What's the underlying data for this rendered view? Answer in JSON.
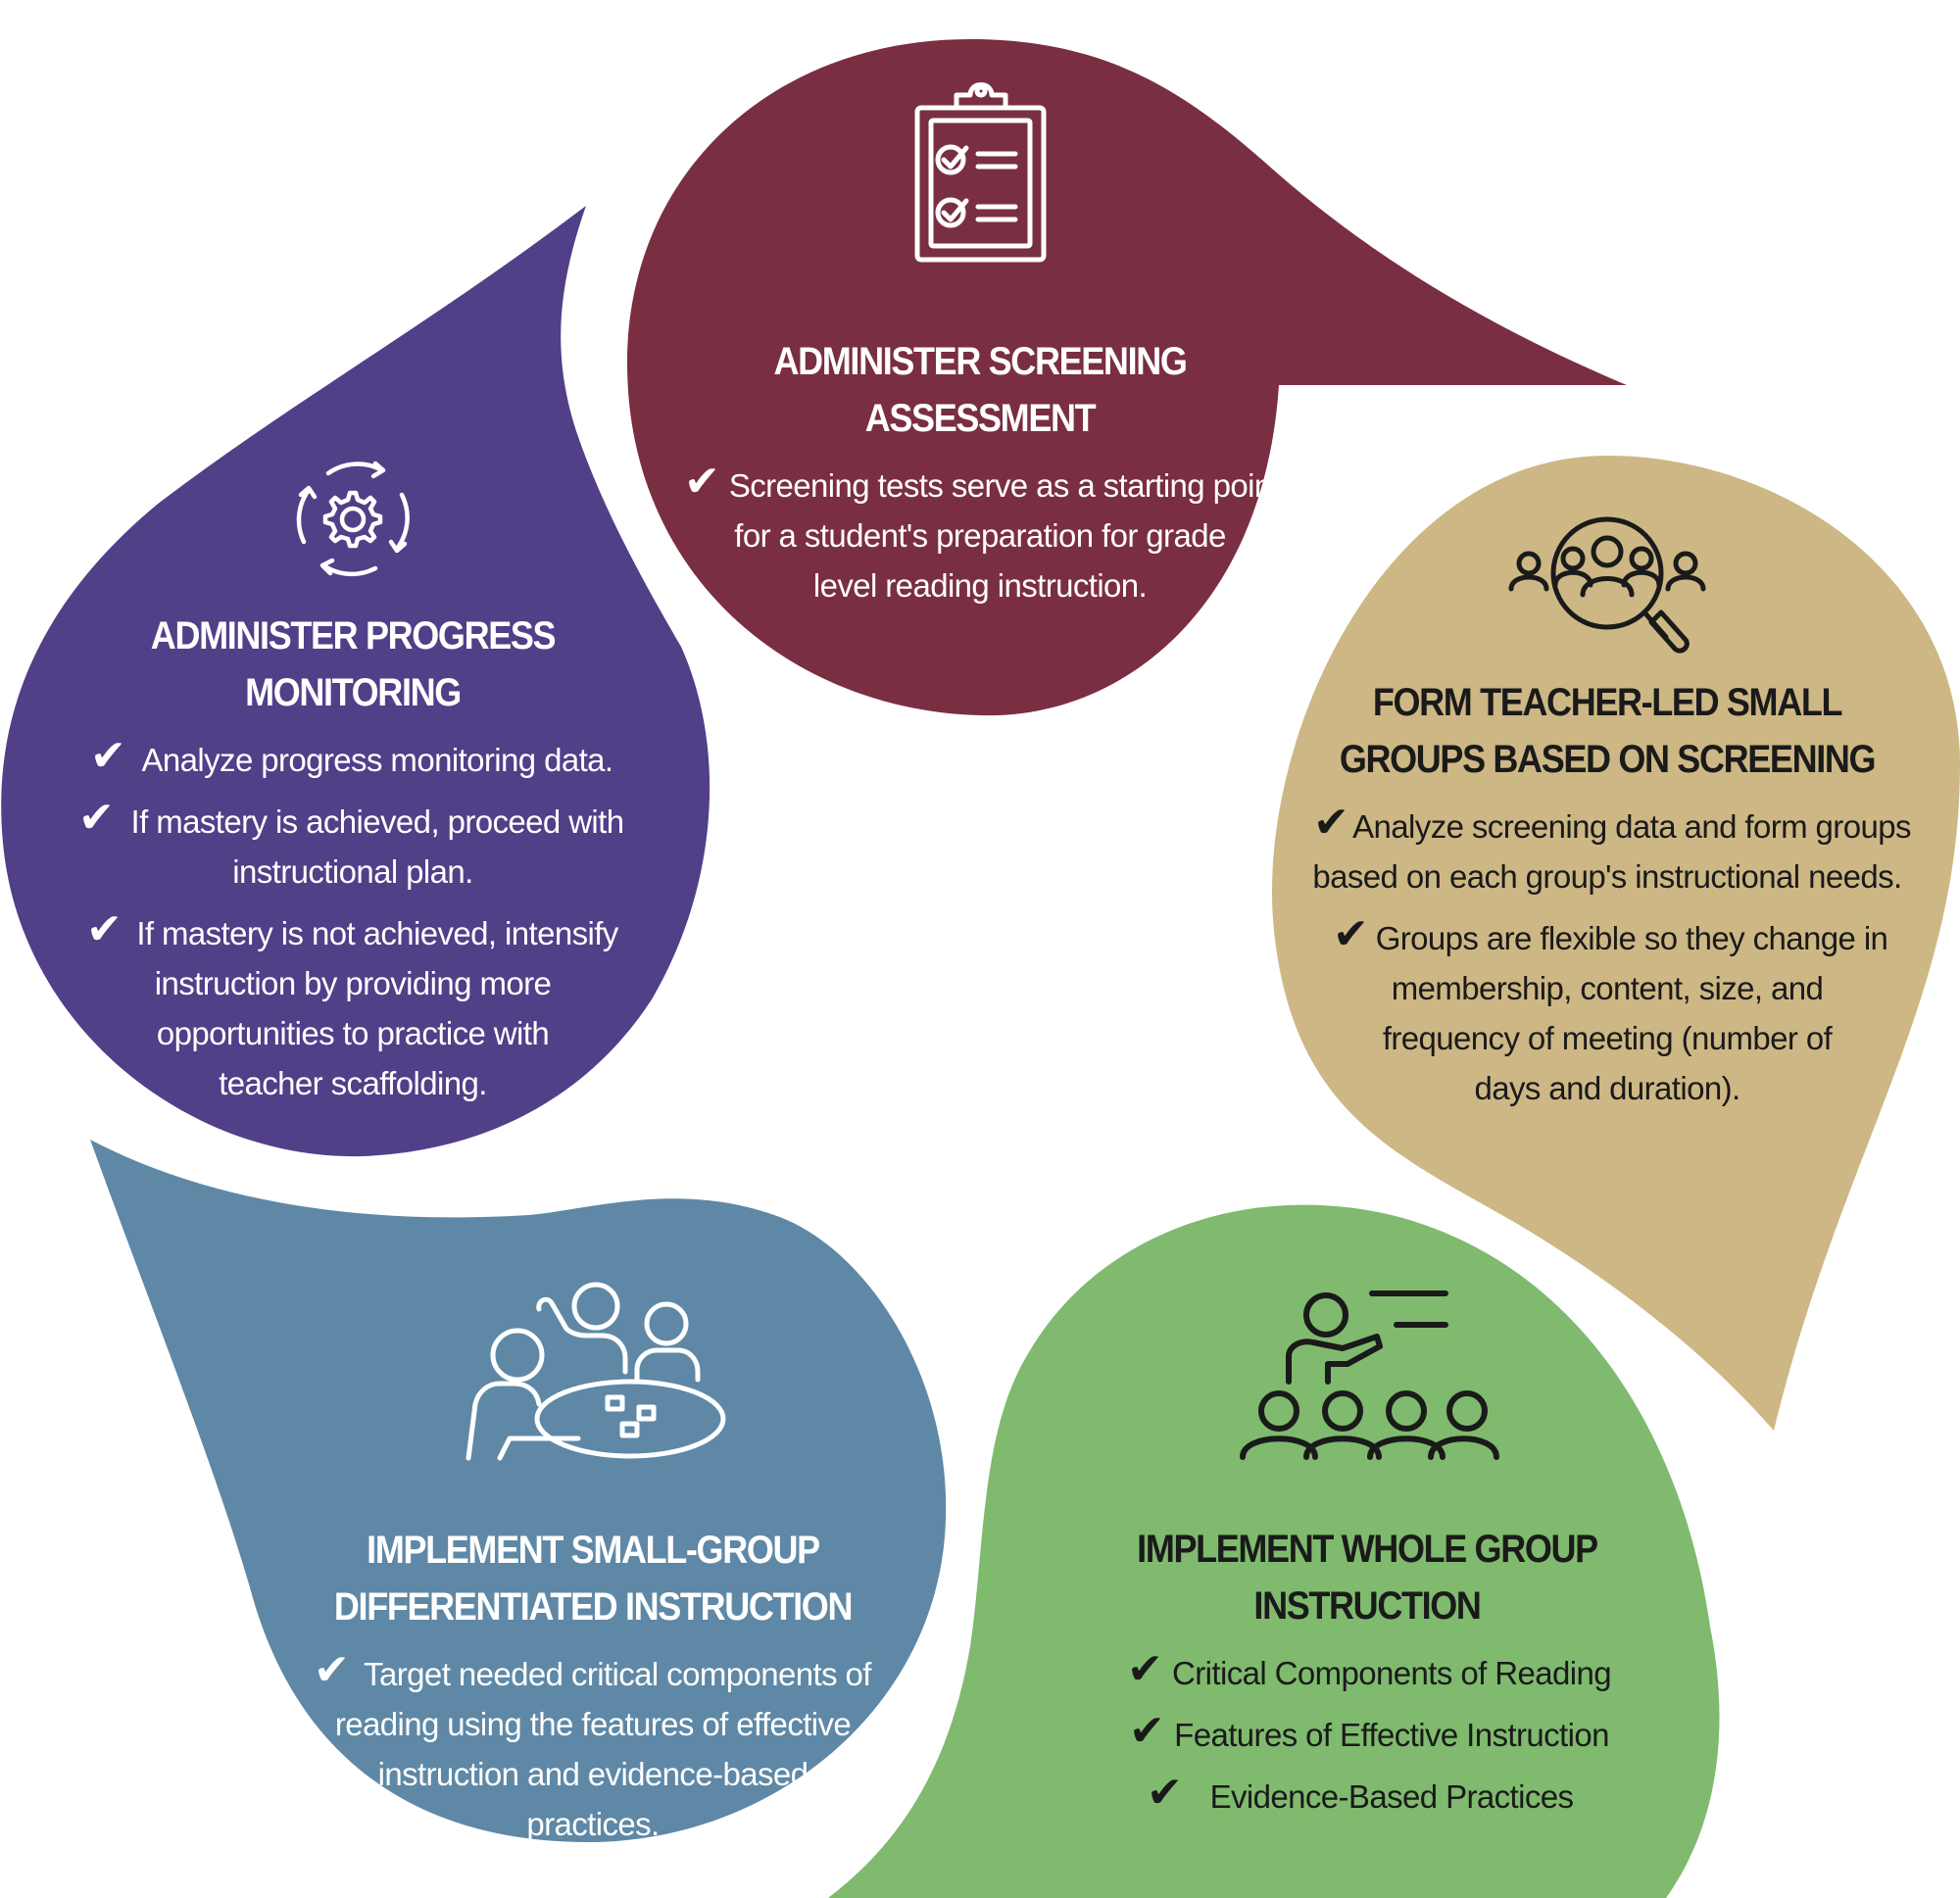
{
  "colors": {
    "screening": "#7a2e42",
    "progress": "#513f88",
    "small_groups": "#cdb784",
    "whole_group": "#7fba6e",
    "differentiated": "#5e88a6",
    "light_text": "#ffffff",
    "dark_text": "#1a1a1a"
  },
  "screening": {
    "icon": "clipboard-checklist-icon",
    "title": [
      "ADMINISTER SCREENING",
      "ASSESSMENT"
    ],
    "items": [
      {
        "lines": [
          "Screening tests serve as a starting point",
          "for a student's preparation for grade",
          "level reading instruction."
        ]
      }
    ]
  },
  "progress": {
    "icon": "gear-cycle-icon",
    "title": [
      "ADMINISTER PROGRESS",
      "MONITORING"
    ],
    "items": [
      {
        "lines": [
          "Analyze progress monitoring data."
        ]
      },
      {
        "lines": [
          "If mastery is achieved, proceed with",
          "instructional plan."
        ]
      },
      {
        "lines": [
          "If mastery is not achieved, intensify",
          "instruction by providing more",
          "opportunities to practice with",
          "teacher scaffolding."
        ]
      }
    ]
  },
  "small_groups": {
    "icon": "people-search-icon",
    "title": [
      "FORM TEACHER-LED SMALL",
      "GROUPS BASED ON SCREENING"
    ],
    "items": [
      {
        "lines": [
          "Analyze screening data and form groups",
          "based on each group's instructional needs."
        ]
      },
      {
        "lines": [
          "Groups are flexible so they change in",
          "membership, content, size, and",
          "frequency of meeting (number of",
          "days and duration)."
        ]
      }
    ]
  },
  "whole_group": {
    "icon": "teacher-presenting-icon",
    "title": [
      "IMPLEMENT WHOLE GROUP",
      "INSTRUCTION"
    ],
    "items": [
      {
        "lines": [
          "Critical Components of Reading"
        ]
      },
      {
        "lines": [
          "Features of Effective Instruction"
        ]
      },
      {
        "lines": [
          "Evidence-Based Practices"
        ]
      }
    ]
  },
  "differentiated": {
    "icon": "small-group-table-icon",
    "title": [
      "IMPLEMENT SMALL-GROUP",
      "DIFFERENTIATED INSTRUCTION"
    ],
    "items": [
      {
        "lines": [
          "Target needed critical components of",
          "reading using the features of effective",
          "instruction and evidence-based",
          "practices."
        ]
      }
    ]
  }
}
